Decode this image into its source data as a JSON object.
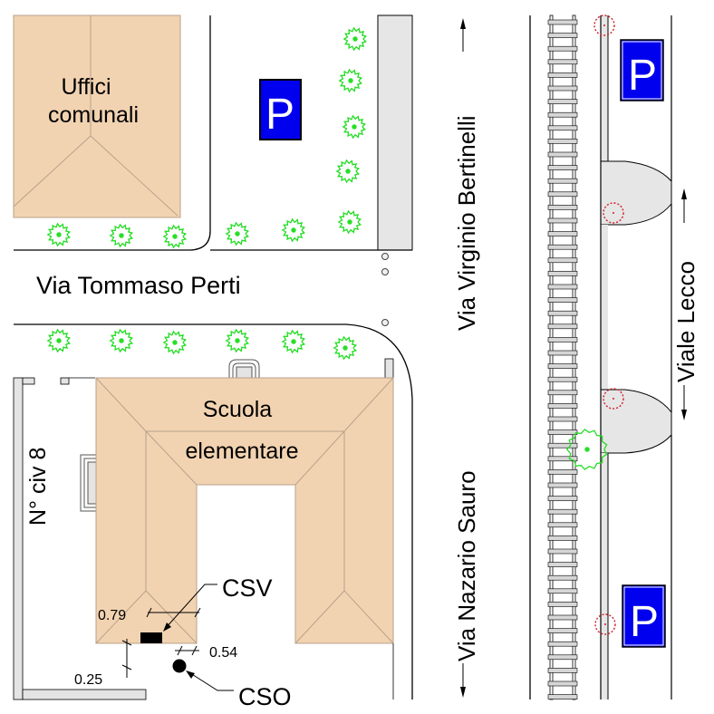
{
  "map": {
    "title": "Site plan",
    "buildings": [
      {
        "id": "uffici",
        "label_lines": [
          "Uffici",
          "comunali"
        ]
      },
      {
        "id": "scuola",
        "label_lines": [
          "Scuola",
          "elementare"
        ]
      }
    ],
    "streets": {
      "via_tommaso_perti": "Via Tommaso Perti",
      "via_virginio_bertinelli": "Via Virginio Bertinelli",
      "via_nazario_sauro": "Via Nazario Sauro",
      "viale_lecco": "Viale Lecco"
    },
    "house_number": "N° civ 8",
    "parking_sign": "P",
    "points": [
      {
        "id": "csv",
        "label": "CSV"
      },
      {
        "id": "cso",
        "label": "CSO"
      }
    ],
    "dimensions": {
      "d1": "0.79",
      "d2": "0.54",
      "d3": "0.25"
    },
    "colors": {
      "building_fill": "#f2d3b1",
      "parking_blue": "#0000ee",
      "tree_green": "#22dd22",
      "lamp_red": "#d0202a",
      "sidewalk_gray": "#e6e6e6"
    }
  }
}
